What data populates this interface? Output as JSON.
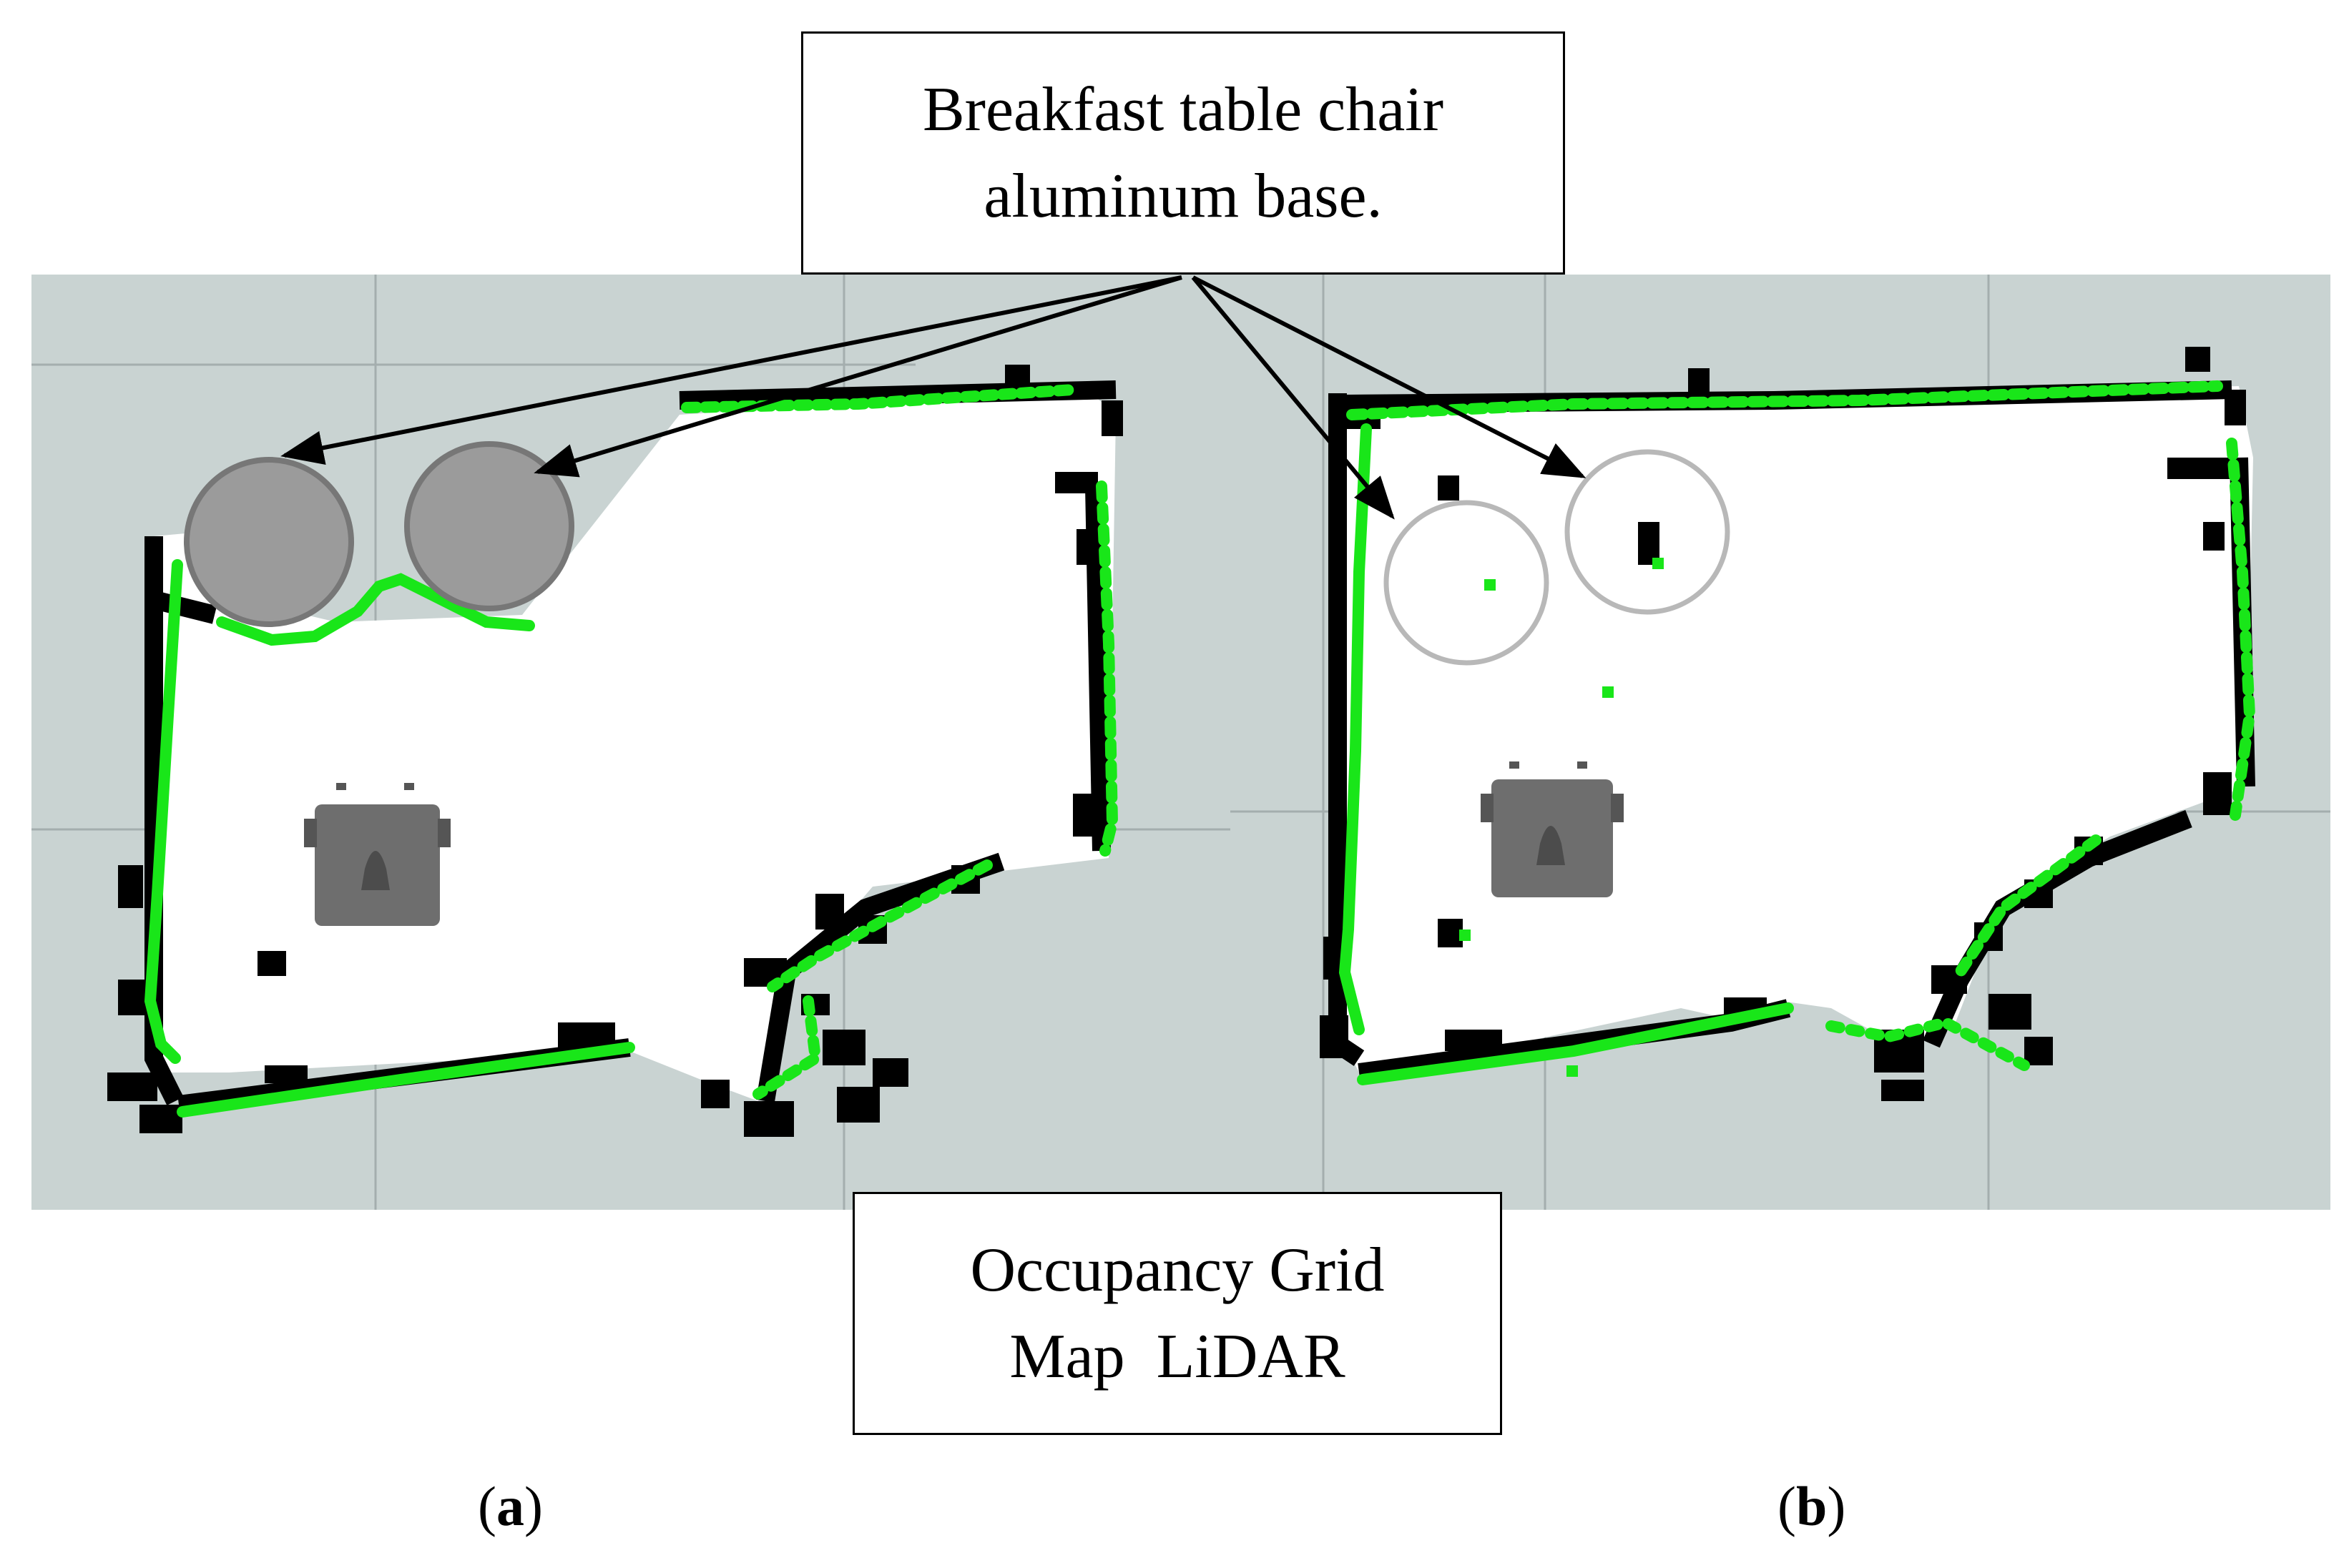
{
  "callouts": {
    "top": {
      "line1": "Breakfast table chair",
      "line2": "aluminum base."
    },
    "bottom": {
      "line1": "Occupancy Grid",
      "line2": "Map  LiDAR"
    }
  },
  "panel_labels": {
    "a": {
      "open": "(",
      "letter": "a",
      "close": ")"
    },
    "b": {
      "open": "(",
      "letter": "b",
      "close": ")"
    }
  },
  "colors": {
    "background_grid": "#c9d3d2",
    "free_space": "#ffffff",
    "occupied": "#000000",
    "lidar_points": "#19e619",
    "chair_base_filled": "#9b9b9b",
    "chair_base_outline": "#b8b8b8",
    "robot": "#6e6e6e"
  }
}
